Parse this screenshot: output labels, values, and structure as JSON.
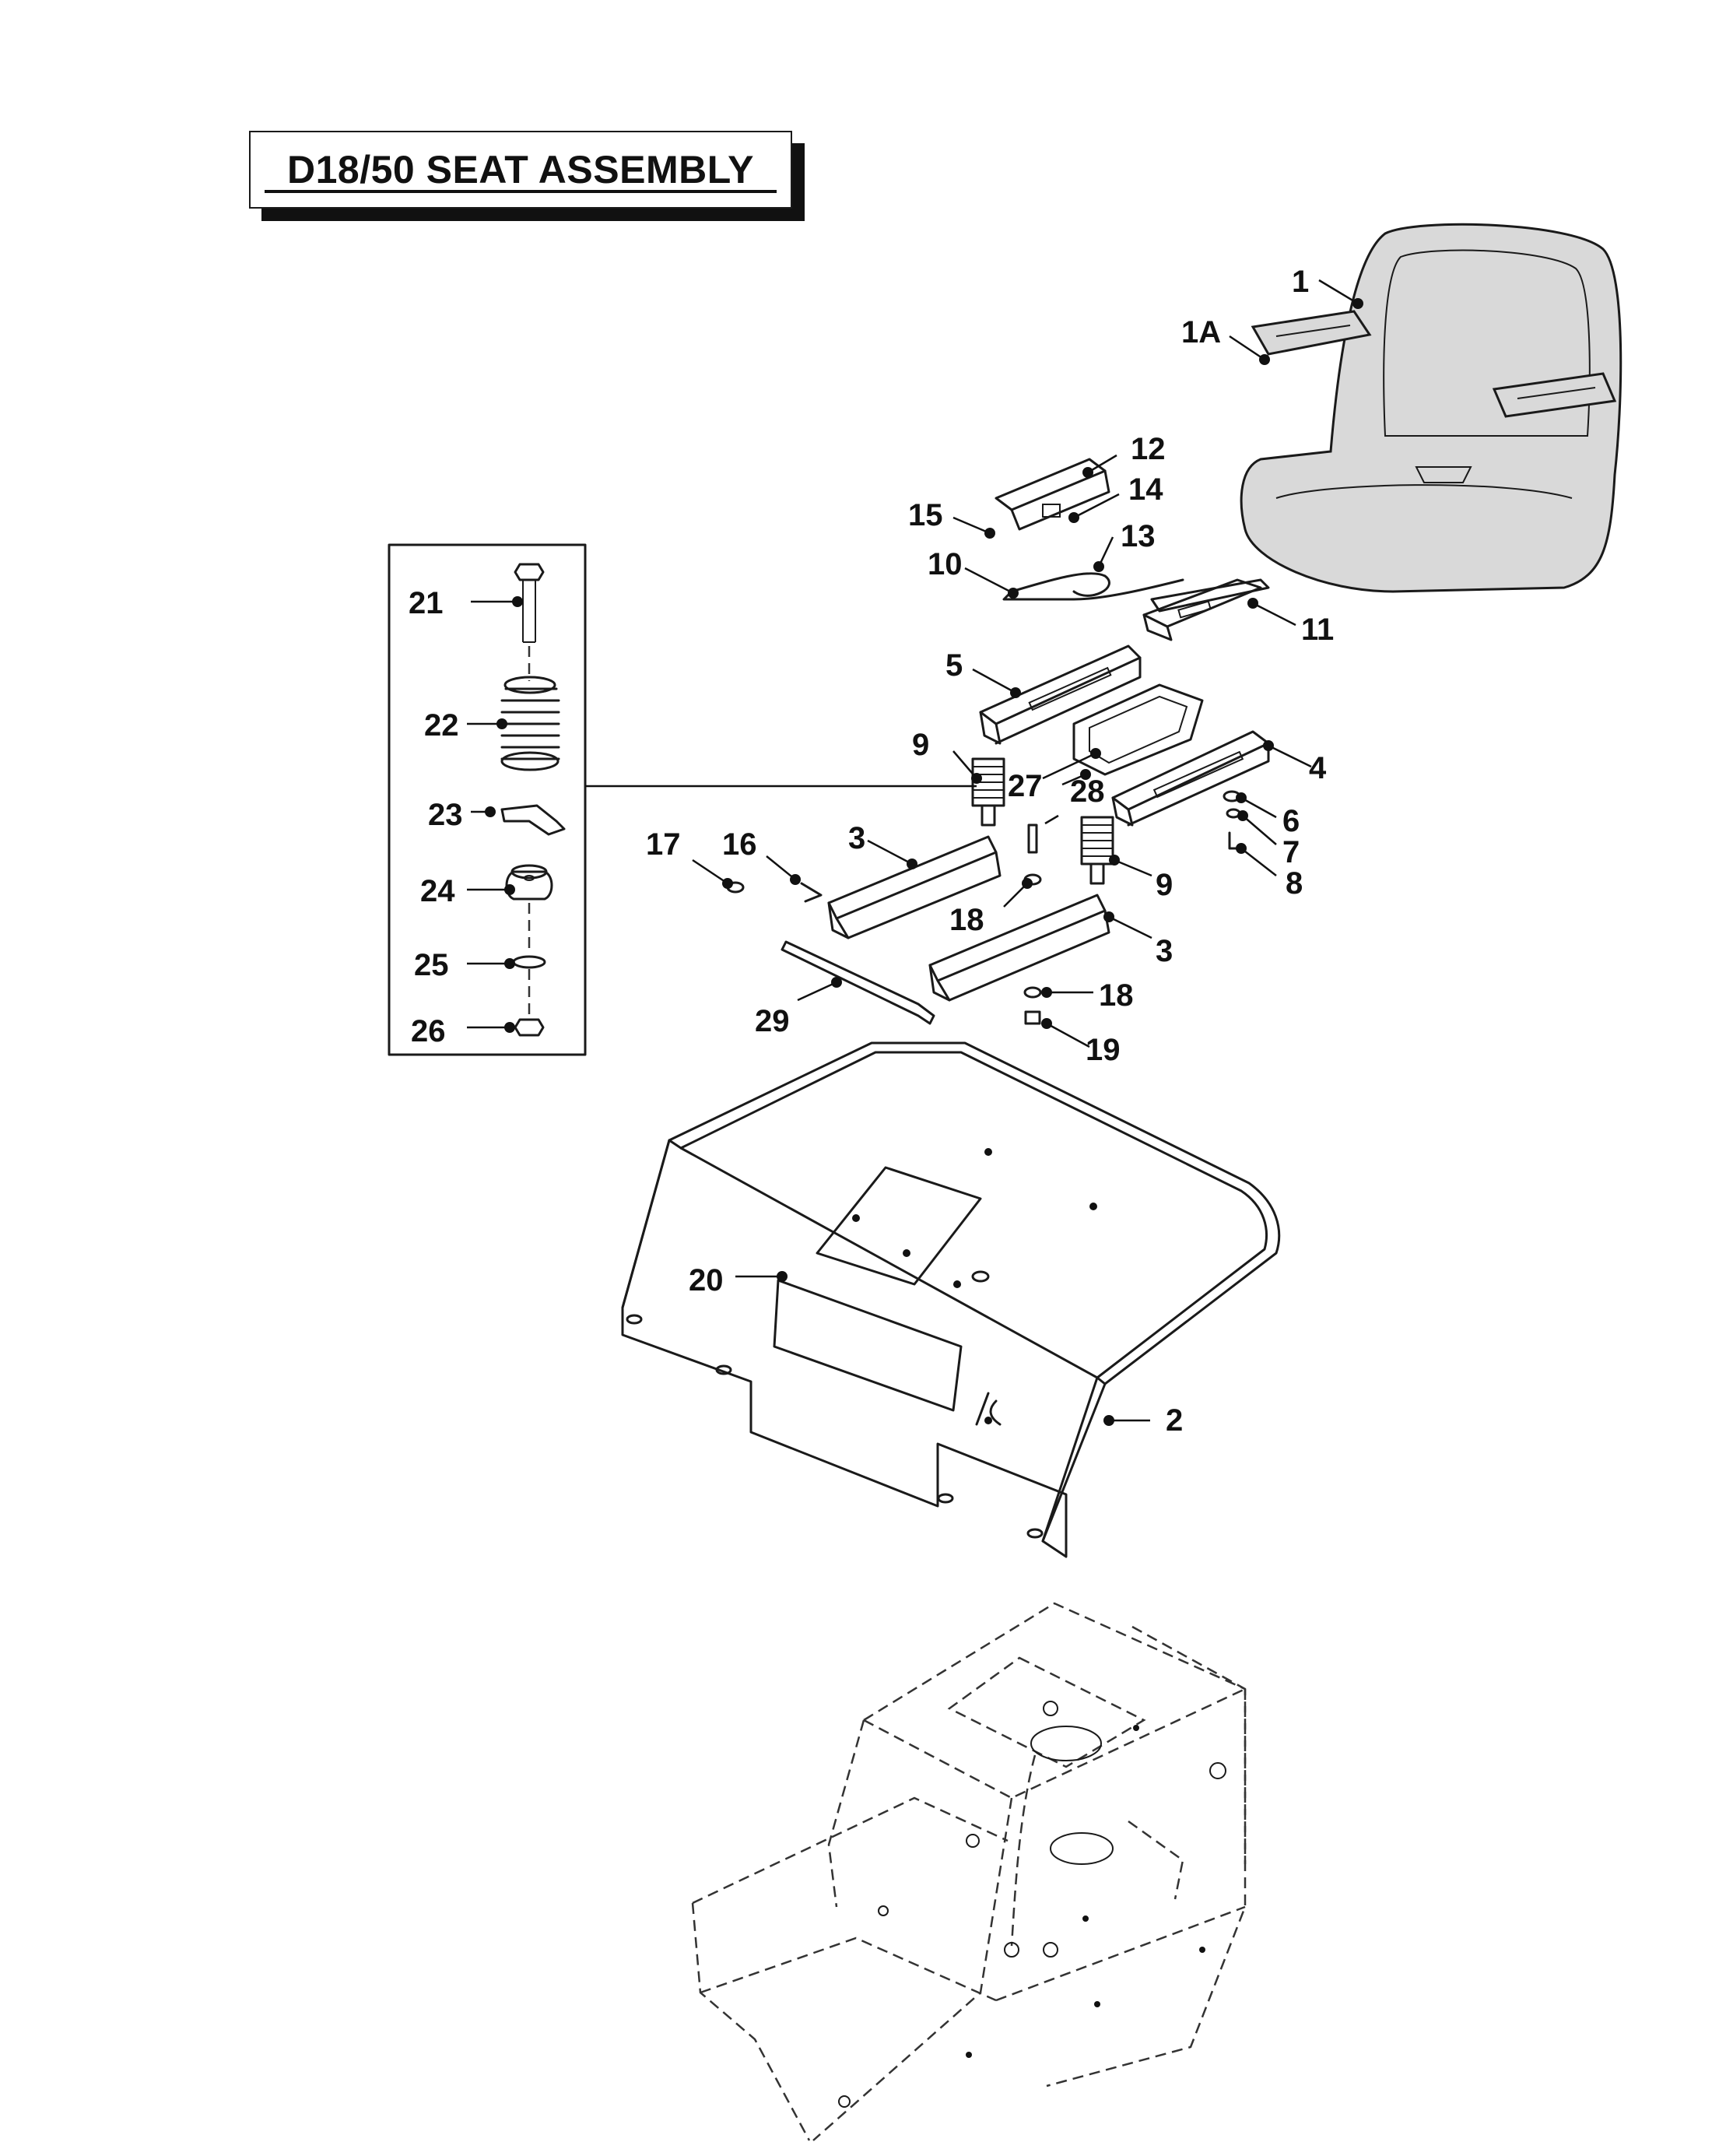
{
  "title": "D18/50 SEAT ASSEMBLY",
  "callouts": [
    "1",
    "1A",
    "2",
    "3",
    "3",
    "4",
    "5",
    "6",
    "7",
    "8",
    "9",
    "9",
    "10",
    "11",
    "12",
    "13",
    "14",
    "15",
    "16",
    "17",
    "18",
    "18",
    "19",
    "20",
    "21",
    "22",
    "23",
    "24",
    "25",
    "26",
    "27",
    "28",
    "29"
  ]
}
